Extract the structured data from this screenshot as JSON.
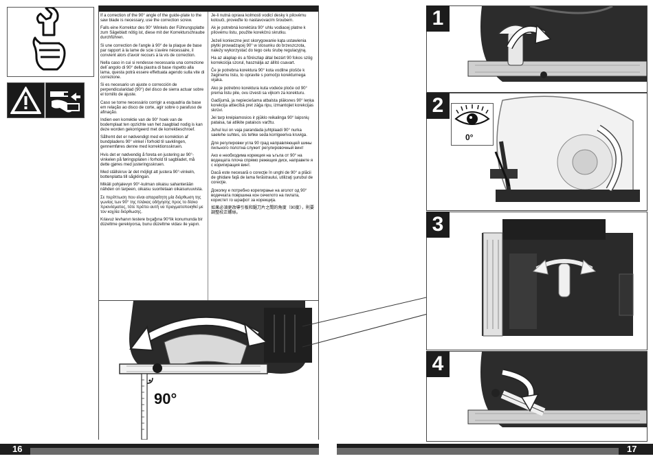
{
  "left_page": {
    "page_number": "16",
    "icons": [
      "wrench-hand-icon",
      "warning-triangle-icon",
      "unplug-icon"
    ],
    "col1": [
      "If a correction of the 90° angle of the guide-plate to the saw blade is necessary, use the correction screw.",
      "Falls eine Korrektur des 90° Winkels der Führungsplatte zum Sägeblatt nötig ist, diese mit der Korrekturschraube durchführen.",
      "Si une correction de l'angle à 90° de la plaque de base par rapport à la lame de scie s'avère nécessaire, il convient alors d'avoir recours à la vis de correction.",
      "Nella caso in cui si rendesse necessaria una correzione dell`angolo di 90° della piastra di base rispetto alla lama, questa potrà essere effettuata agendo sulla vite di correzione.",
      "Si es necesario un ajuste o corrección de perpendicularidad (90°) del disco de sierra actuar sobre el tornillo de ajuste.",
      "Caso se torne necessário corrigir a esquadria da base em relação ao disco de corte, agir sobre o parafuso de afinação.",
      "Indien een korrektie van de 90° hoek van de bodemplaat ten opzichte van het zaagblad nodig is kan deze worden gekorrigeerd met de korrektieschroef.",
      "Såfremt det er nødvendigt med en korrektion af bundpladens 90° vinkel i forhold til savklingen, gennemføres denne med korrektionsskruen.",
      "Hvis det er nødvendig å foreta en justering av 90°-vinkelen på føringsplaten i forhold til sagbladet, må dette gjøres med justeringsskruen.",
      "Med ställskruv är det möjligt att justera 90°-vinkeln, bottenplatta till sågklingan.",
      "Mikäli pohjalevyn 90°-kulman oikaisu sahanterään nähden on tarpeen, oikaisu suoritetaan oikaisuruuvista.",
      "Σε περίπτωση που είναι απαραίτητη μία διόρθωση της γωνίας των 90° της πλάκας οδήγησης προς το δίσκο πριονίσματος, τότε πρέπει αυτή να πραγματοποιηθεί με τον κοχλία διόρθωσης.",
      "Kılavuz levhanın testere bıçağına 90°lik konumunda bir düzeltme gerekiyorsa, bunu düzeltme vidası ile yapın."
    ],
    "col2": [
      "Je-li nutná oprava kolmosti vodicí desky k pilovému kotouči, proveďte to nastavovacím šroubem.",
      "Ak je potrebná korektúra 90° uhlu vodiacej platne k pílovému listu, použite korekčnú skrutku.",
      "Jeżeli konieczne jest skorygowanie kąta ustawienia płytki prowadzącej 90° w stosunku do brzeszczota, należy wykorzystać do tego celu śrubę regulacyjną.",
      "Ha az alaplap és a fűrészlap által bezárt 90 fokos szög korrekciója szorul, használja az állító csavart.",
      "Če je potrebna korektura 90° kota vodilne plošče k žaginemu listu, to opravite s pomočjo korekturnega vijaka.",
      "Ako je potrebno korektura kuta vodeće ploče od 90° prema listu pile, ovu izvesti sa vijkom za korekturu.",
      "Gadījumā, ja nepieciešama atbalsta plāksnes 90° leņķa korekcija attiecībā pret zāģa ripu, izmantojiet korekcijas skrūvi.",
      "Jei tarp kreipiamosios ir pjūklo reikalinga 90° laipsnių pataisa, tai atlikite pataisos varžtu.",
      "Juhul kui on vaja parandada juhtplaadi 90° nurka saelehe suhtes, sis tehke seda korrigeeriva kruviga.",
      "Для регулировки угла 90 град направляющей шины пильного полотна служит регулировочный винт",
      "Ако е необходима корекция на ъгъла от 90° на водещата плоча спрямо режещия диск, направете я с коригиращия винт.",
      "Dacă este necesară o corecţie în unghi de 90° a plăcii de ghidare faţă de lama ferăstraului, utilizaţi şurubul de corecţie.",
      "Доколку е потребно корегирање на аголот од 90° водечката површина кон сечилото на пилата, користет го шрафот за корекција.",
      "如果必須更改導引板和鋸刀片之間的角度（90度），則要調整校正螺絲。"
    ],
    "angle_label": "90°"
  },
  "right_page": {
    "page_number": "17",
    "steps": [
      "1",
      "2",
      "3",
      "4"
    ],
    "eye_angle_label": "0°"
  }
}
